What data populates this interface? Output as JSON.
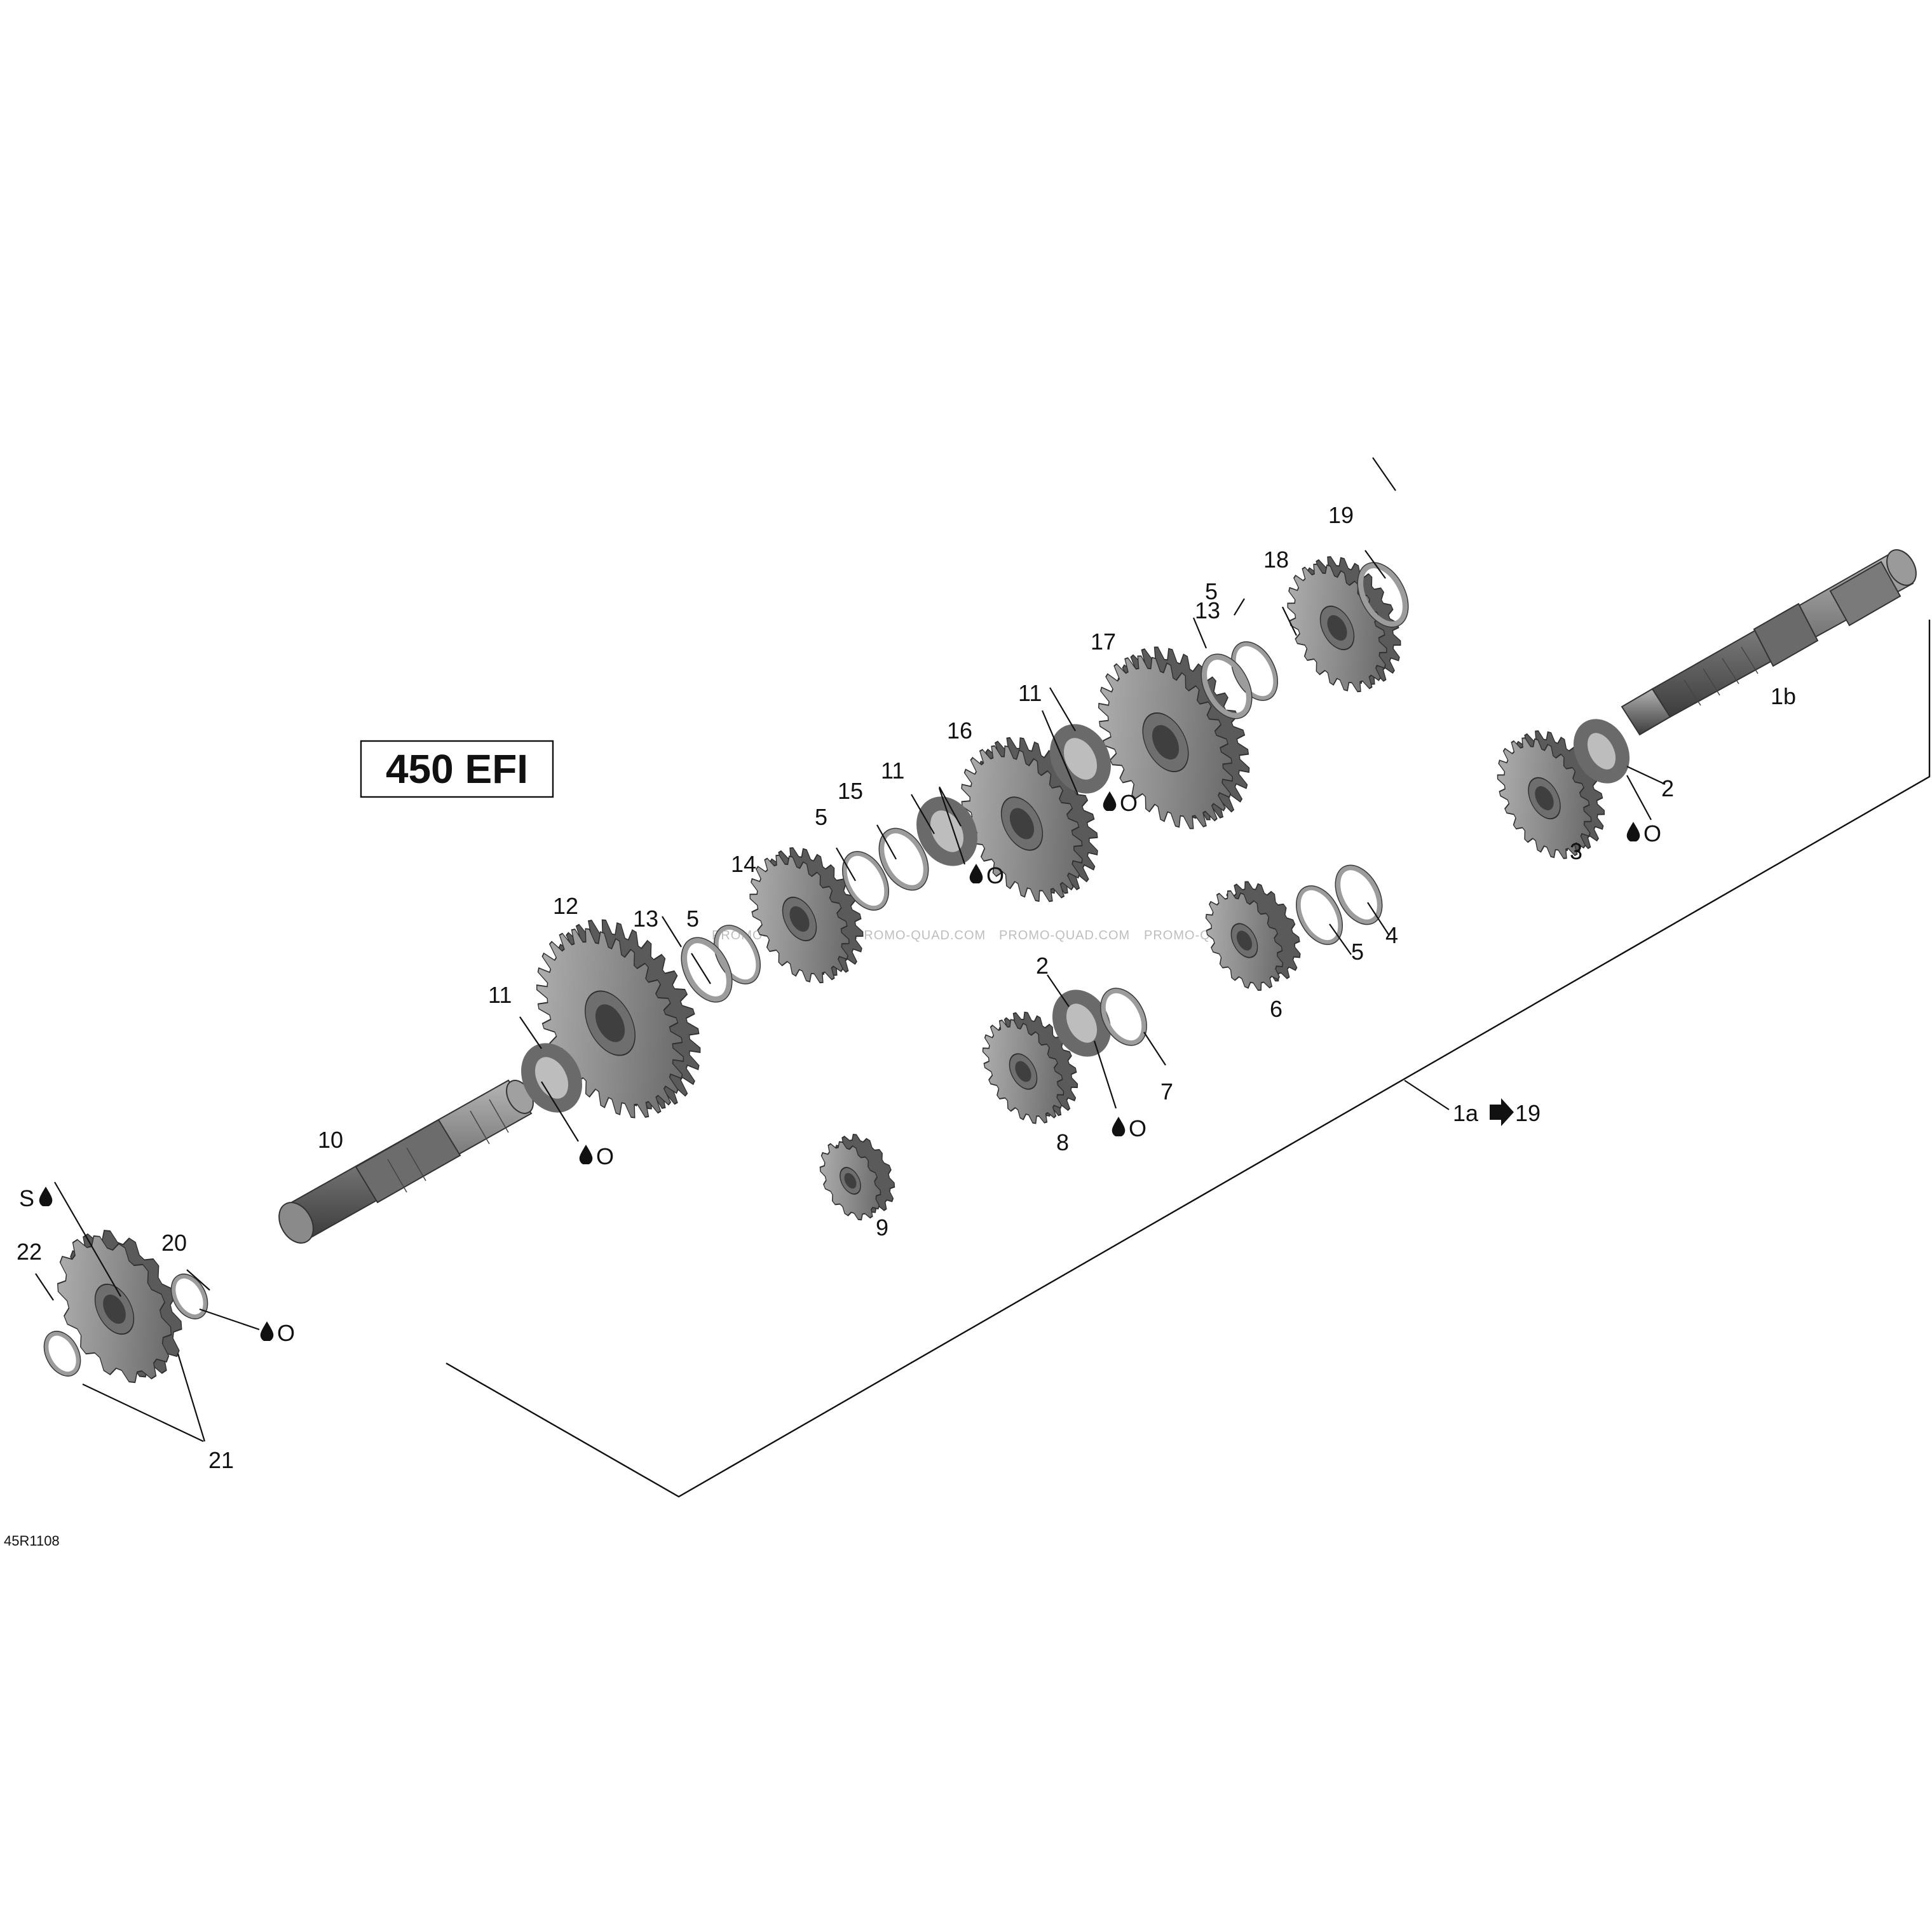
{
  "title": "450 EFI",
  "figure_code": "45R1108",
  "watermark": "PROMO-QUAD.COM",
  "callout_range": "1a",
  "callout_range_end": "19",
  "marks": {
    "oil": "O",
    "sealant": "S"
  },
  "labels": {
    "l1b": "1b",
    "l2a": "2",
    "l2b": "2",
    "l3": "3",
    "l4": "4",
    "l5a": "5",
    "l5b": "5",
    "l5c": "5",
    "l5d": "5",
    "l6": "6",
    "l7": "7",
    "l8": "8",
    "l9": "9",
    "l10": "10",
    "l11a": "11",
    "l11b": "11",
    "l11c": "11",
    "l12": "12",
    "l13a": "13",
    "l13b": "13",
    "l14": "14",
    "l15": "15",
    "l16": "16",
    "l17": "17",
    "l18": "18",
    "l19": "19",
    "l20": "20",
    "l21": "21",
    "l22": "22"
  },
  "colors": {
    "part_light": "#a9a9a9",
    "part_mid": "#8c8c8c",
    "part_dark": "#5e5e5e",
    "ink": "#111111"
  }
}
